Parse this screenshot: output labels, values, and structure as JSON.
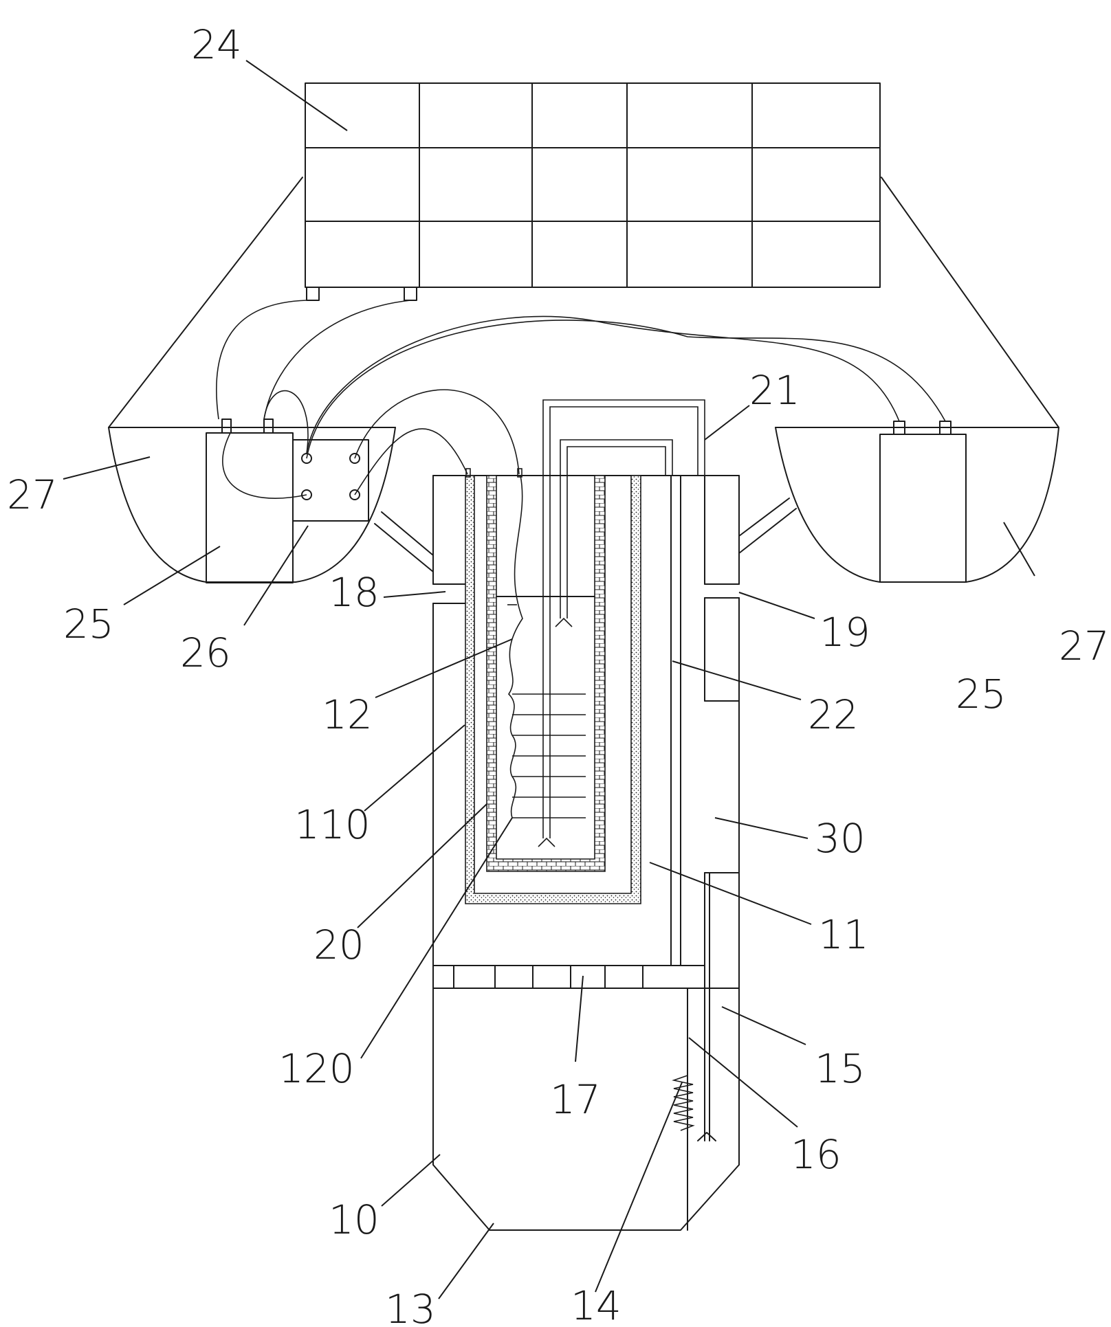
{
  "labels": {
    "l24": "24",
    "l21": "21",
    "l27a": "27",
    "l27b": "27",
    "l25a": "25",
    "l25b": "25",
    "l26": "26",
    "l18": "18",
    "l19": "19",
    "l12": "12",
    "l22": "22",
    "l110": "110",
    "l30": "30",
    "l20": "20",
    "l11": "11",
    "l120": "120",
    "l15": "15",
    "l17": "17",
    "l16": "16",
    "l10": "10",
    "l13": "13",
    "l14": "14"
  }
}
